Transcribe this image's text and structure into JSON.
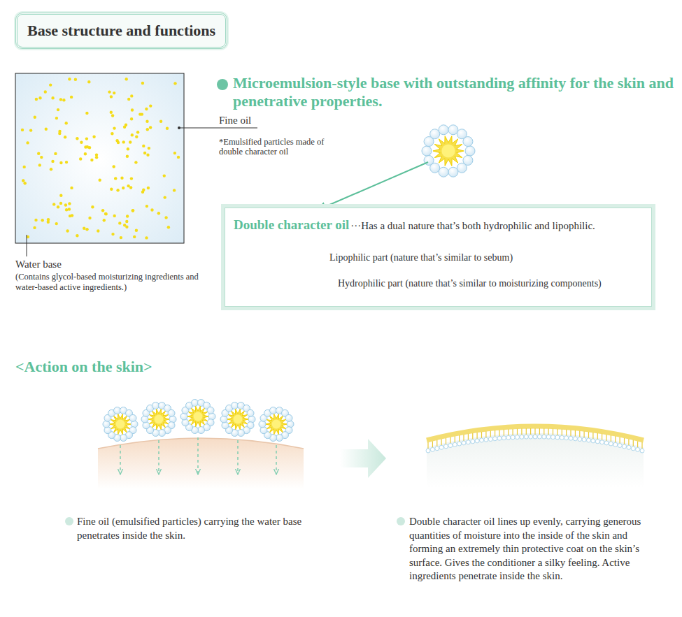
{
  "diagram": {
    "nodes": [
      {
        "text": [
          "Base structure and functions"
        ]
      },
      {
        "text": [
          "Double character oil",
          "···Has a dual nature that’s both hydrophilic and lipophilic.",
          "Lipophilic part (nature that’s similar to sebum)",
          "Hydrophilic part (nature that’s similar to moisturizing components)"
        ]
      }
    ],
    "labels": [
      "Microemulsion-style base with outstanding affinity for the skin and penetrative properties.",
      "Fine oil",
      "*Emulsified particles made of double character oil",
      "Water base",
      "(Contains glycol-based moisturizing ingredients and water-based active ingredients.)",
      "<Action on the skin>",
      "Fine oil (emulsified particles) carrying the water base penetrates inside the skin.",
      "Double character oil lines up evenly, carrying generous quantities of moisture into the inside of the skin and forming an extremely thin protective coat on the skin’s surface. Gives the conditioner a silky feeling. Active ingredients penetrate inside the skin."
    ]
  }
}
